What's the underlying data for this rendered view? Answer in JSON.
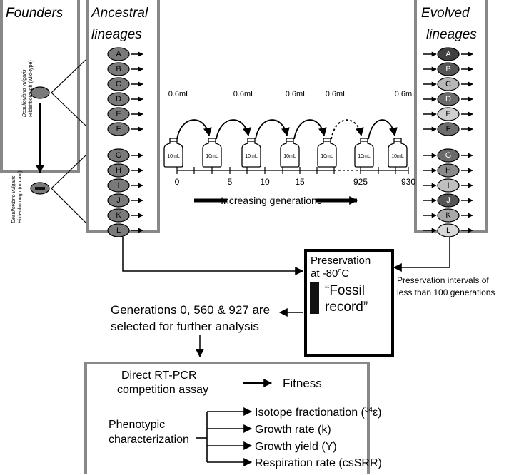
{
  "headers": {
    "founders": "Founders",
    "ancestral_1": "Ancestral",
    "ancestral_2": "lineages",
    "evolved_1": "Evolved",
    "evolved_2": "lineages"
  },
  "founders": {
    "wildtype_name": "Desulfovibrio vulgaris",
    "wildtype_strain": "Hildenborough (wild-type)",
    "mutant_name": "Desulfovibrio vulgaris",
    "mutant_strain": "Hildenborough (mutant)"
  },
  "lineages_top": [
    "A",
    "B",
    "C",
    "D",
    "E",
    "F"
  ],
  "lineages_bottom": [
    "G",
    "H",
    "I",
    "J",
    "K",
    "L"
  ],
  "colors": {
    "ancestral_fill": "#7a7a7a",
    "evolved_top": [
      "#404040",
      "#555555",
      "#b8b8b8",
      "#6a6a6a",
      "#cfcfcf",
      "#6e6e6e"
    ],
    "evolved_bottom": [
      "#6a6a6a",
      "#8a8a8a",
      "#c0c0c0",
      "#555555",
      "#a9a9a9",
      "#d8d8d8"
    ]
  },
  "transfer": {
    "volume_labels": [
      "0.6mL",
      "0.6mL",
      "0.6mL",
      "0.6mL",
      "0.6mL"
    ],
    "bottle_label": "10mL",
    "axis_ticks": [
      "0",
      "5",
      "10",
      "15",
      "925",
      "930"
    ],
    "arrow_label": "Increasing generations"
  },
  "preservation": {
    "title": "Preservation",
    "temp_prefix": "at -80",
    "temp_sup": "o",
    "temp_unit": "C",
    "fossil_1": "“Fossil",
    "fossil_2": "record”",
    "note_1": "Preservation intervals of",
    "note_2": "less than 100 generations"
  },
  "selection": {
    "line1": "Generations 0, 560 & 927 are",
    "line2": "selected for further analysis"
  },
  "analysis": {
    "rtpcr_1": "Direct RT-PCR",
    "rtpcr_2": "competition assay",
    "fitness": "Fitness",
    "pheno_1": "Phenotypic",
    "pheno_2": "characterization",
    "isotope_prefix": "Isotope fractionation (",
    "isotope_sup": "34",
    "isotope_symbol": "ε",
    "isotope_suffix": ")",
    "growth_rate": "Growth rate (k)",
    "growth_yield": "Growth yield (Y)",
    "respiration": "Respiration rate (csSRR)"
  }
}
